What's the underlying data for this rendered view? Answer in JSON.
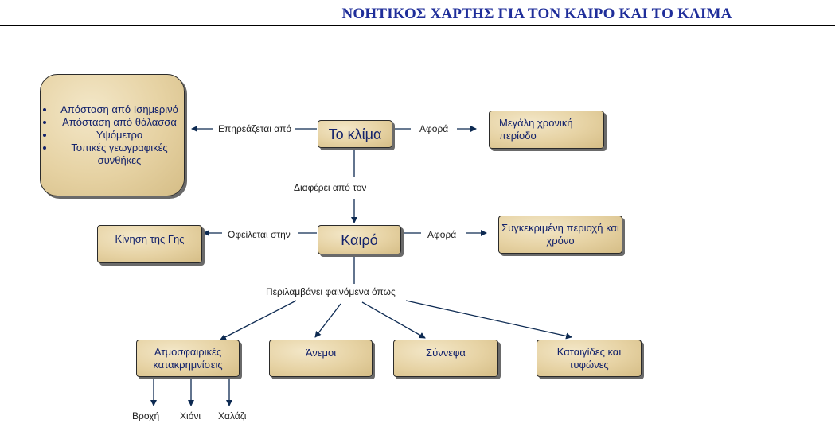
{
  "title": "ΝΟΗΤΙΚΟΣ ΧΑΡΤΗΣ ΓΙΑ ΤΟΝ ΚΑΙΡΟ ΚΑΙ ΤΟ ΚΛΙΜΑ",
  "nodes": {
    "klima": "Το κλίμα",
    "kairos": "Καιρό",
    "factors": [
      "Απόσταση από Ισημερινό",
      "Απόσταση από θάλασσα",
      "Υψόμετρο",
      "Τοπικές γεωγραφικές συνθήκες"
    ],
    "long_period": "Μεγάλη χρονική περίοδο",
    "earth_motion": "Κίνηση της Γης",
    "specific": "Συγκεκριμένη περιοχή και χρόνο",
    "precipitation": "Ατμοσφαιρικές κατακρημνίσεις",
    "winds": "Άνεμοι",
    "clouds": "Σύννεφα",
    "storms": "Καταιγίδες και τυφώνες"
  },
  "labels": {
    "affected_by": "Επηρεάζεται από",
    "concerns_1": "Αφορά",
    "differs_from": "Διαφέρει από τον",
    "owed_to": "Οφείλεται στην",
    "concerns_2": "Αφορά",
    "includes": "Περιλαμβάνει φαινόμενα όπως",
    "rain": "Βροχή",
    "snow": "Χιόνι",
    "hail": "Χαλάζι"
  },
  "colors": {
    "title": "#1f2e9a",
    "node_text": "#13226b",
    "arrow": "#0d2a52",
    "node_fill": "#e6d2a3"
  }
}
